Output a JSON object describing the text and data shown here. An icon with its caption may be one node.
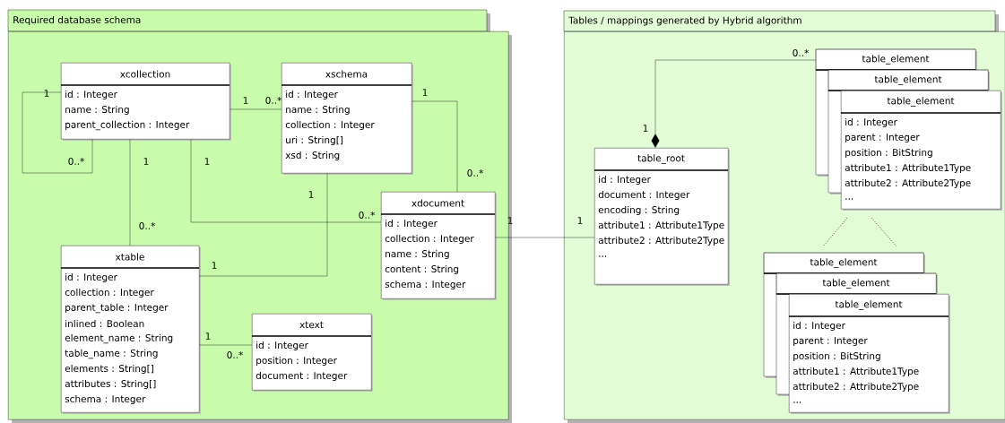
{
  "diagram": {
    "nodes": [
      {
        "text": [
          "Required database schema"
        ]
      },
      {
        "text": [
          "xcollection",
          "id : Integer",
          "name : String",
          "parent_collection : Integer"
        ],
        "in": 0
      },
      {
        "text": [
          "xschema",
          "id : Integer",
          "name : String",
          "collection : Integer",
          "uri : String[]",
          "xsd : String"
        ],
        "in": 0
      },
      {
        "text": [
          "xdocument",
          "id : Integer",
          "collection : Integer",
          "name : String",
          "content : String",
          "schema : Integer"
        ],
        "in": 0
      },
      {
        "text": [
          "xtable",
          "id : Integer",
          "collection : Integer",
          "parent_table : Integer",
          "inlined : Boolean",
          "element_name : String",
          "table_name : String",
          "elements : String[]",
          "attributes : String[]",
          "schema : Integer"
        ],
        "in": 0
      },
      {
        "text": [
          "xtext",
          "id : Integer",
          "position : Integer",
          "document : Integer"
        ],
        "in": 0
      },
      {
        "text": [
          "Tables / mappings generated by Hybrid algorithm"
        ]
      },
      {
        "text": [
          "table_root",
          "id : Integer",
          "document : Integer",
          "encoding : String",
          "attribute1 : Attribute1Type",
          "attribute2 : Attribute2Type",
          "..."
        ],
        "in": 6
      },
      {
        "text": [
          "table_element"
        ],
        "in": 6
      },
      {
        "text": [
          "table_element"
        ],
        "in": 6
      },
      {
        "text": [
          "table_element",
          "id : Integer",
          "parent : Integer",
          "position : BitString",
          "attribute1 : Attribute1Type",
          "attribute2 : Attribute2Type",
          "..."
        ],
        "in": 6
      },
      {
        "text": [
          "table_element"
        ],
        "in": 6
      },
      {
        "text": [
          "table_element"
        ],
        "in": 6
      },
      {
        "text": [
          "table_element",
          "id : Integer",
          "parent : Integer",
          "position : BitString",
          "attribute1 : Attribute1Type",
          "attribute2 : Attribute2Type",
          "..."
        ],
        "in": 6
      }
    ],
    "edges": [
      {
        "from": 1,
        "to": 1,
        "arrow": "none"
      },
      {
        "from": 1,
        "to": 2,
        "arrow": "none"
      },
      {
        "from": 1,
        "to": 4,
        "arrow": "none"
      },
      {
        "from": 1,
        "to": 3,
        "arrow": "none"
      },
      {
        "from": 2,
        "to": 4,
        "arrow": "none"
      },
      {
        "from": 2,
        "to": 3,
        "arrow": "none"
      },
      {
        "from": 4,
        "to": 5,
        "arrow": "none"
      },
      {
        "from": 3,
        "to": 7,
        "arrow": "none"
      },
      {
        "from": 8,
        "to": 7,
        "arrow": "other"
      }
    ],
    "labels": [
      "1",
      "0..*",
      "1",
      "0..*",
      "1",
      "0..*",
      "1",
      "0..*",
      "1",
      "1",
      "1",
      "0..*",
      "1",
      "0..*",
      "1",
      "1",
      "0..*",
      "1"
    ]
  }
}
